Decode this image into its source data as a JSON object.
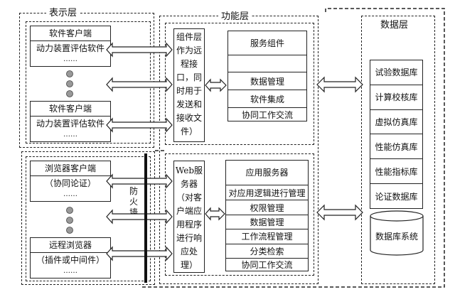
{
  "presentation": {
    "title": "表示层",
    "software_clients": [
      {
        "title": "软件客户端",
        "name": "动力装置评估软件",
        "more": "……"
      },
      {
        "title": "软件客户端",
        "name": "动力装置评估软件",
        "more": "……"
      }
    ],
    "browser_clients": [
      {
        "title": "浏览器客户端",
        "name": "（协同论证）",
        "more": "……"
      },
      {
        "title": "远程浏览器",
        "name": "（插件或中间件）",
        "more": "……"
      }
    ],
    "firewall": "防火墙"
  },
  "function": {
    "title": "功能层",
    "component_desc": "组件层作为远程接口，同时用于发送和接收文件）",
    "service_items": [
      "服务组件",
      "",
      "数据管理",
      "软件集成",
      "协同工作交流"
    ],
    "web_desc": "Web服务器（对客户端应用程序进行响应处理）",
    "app_items": [
      "应用服务器",
      "对应用逻辑进行管理",
      "权限管理",
      "数据管理",
      "工作流程管理",
      "分类检索",
      "协同工作交流"
    ]
  },
  "data": {
    "title": "数据层",
    "dbs": [
      "试验数据库",
      "计算校核库",
      "虚拟仿真库",
      "性能仿真库",
      "性能指标库",
      "论证数据库"
    ],
    "db_system": "数据库系统"
  }
}
